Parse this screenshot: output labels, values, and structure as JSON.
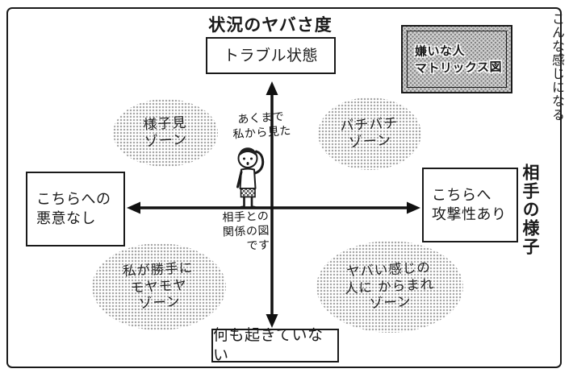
{
  "title": "状況のヤバさ度",
  "side_caption": "こんな感じになる",
  "legend_box": {
    "lines": [
      "嫌いな人",
      "マトリックス図"
    ]
  },
  "axis": {
    "top_box": "トラブル状態",
    "bottom_box": "何も起きていない",
    "left_box": {
      "lines": [
        "こちらへの",
        "悪意なし"
      ]
    },
    "right_box": {
      "lines": [
        "こちらへ",
        "攻撃性あり"
      ]
    },
    "x_axis_title": "相手の様子"
  },
  "zones": [
    {
      "id": "top-left",
      "lines": [
        "様子見",
        "ゾーン"
      ]
    },
    {
      "id": "top-right",
      "lines": [
        "バチバチ",
        "ゾーン"
      ]
    },
    {
      "id": "bottom-left",
      "lines": [
        "私が勝手に",
        "モヤモヤ",
        "ゾーン"
      ]
    },
    {
      "id": "bottom-right",
      "lines": [
        "ヤバい感じの",
        "人に からまれ",
        "ゾーン"
      ]
    }
  ],
  "center_note": {
    "top": [
      "あくまで",
      "私から見た"
    ],
    "bottom": [
      "相手との",
      "関係の図",
      "です"
    ]
  },
  "person_icon": "person-scratching-head",
  "colors": {
    "ink": "#1a1a1a",
    "zone_dot": "#a6a6a6",
    "legend_bg": "#d4d4d4",
    "legend_dot": "#858585",
    "background": "#ffffff"
  }
}
